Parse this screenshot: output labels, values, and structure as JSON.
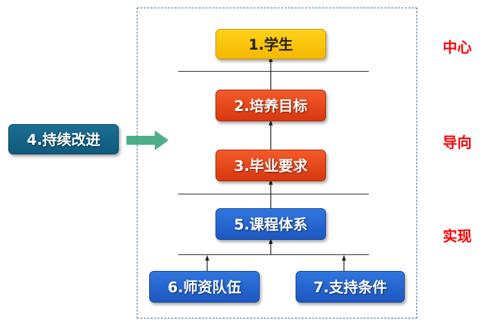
{
  "nodes": {
    "student": "1.学生",
    "training_goal": "2.培养目标",
    "graduation_req": "3.毕业要求",
    "improvement": "4.持续改进",
    "curriculum": "5.课程体系",
    "faculty": "6.师资队伍",
    "support": "7.支持条件"
  },
  "side_labels": {
    "center": "中心",
    "orientation": "导向",
    "realization": "实现"
  },
  "colors": {
    "gold": "#ffc400",
    "red": "#e8461c",
    "blue": "#2466d0",
    "teal": "#15658a",
    "arrow_green": "#3aa77e",
    "label_red": "#ff0000"
  }
}
